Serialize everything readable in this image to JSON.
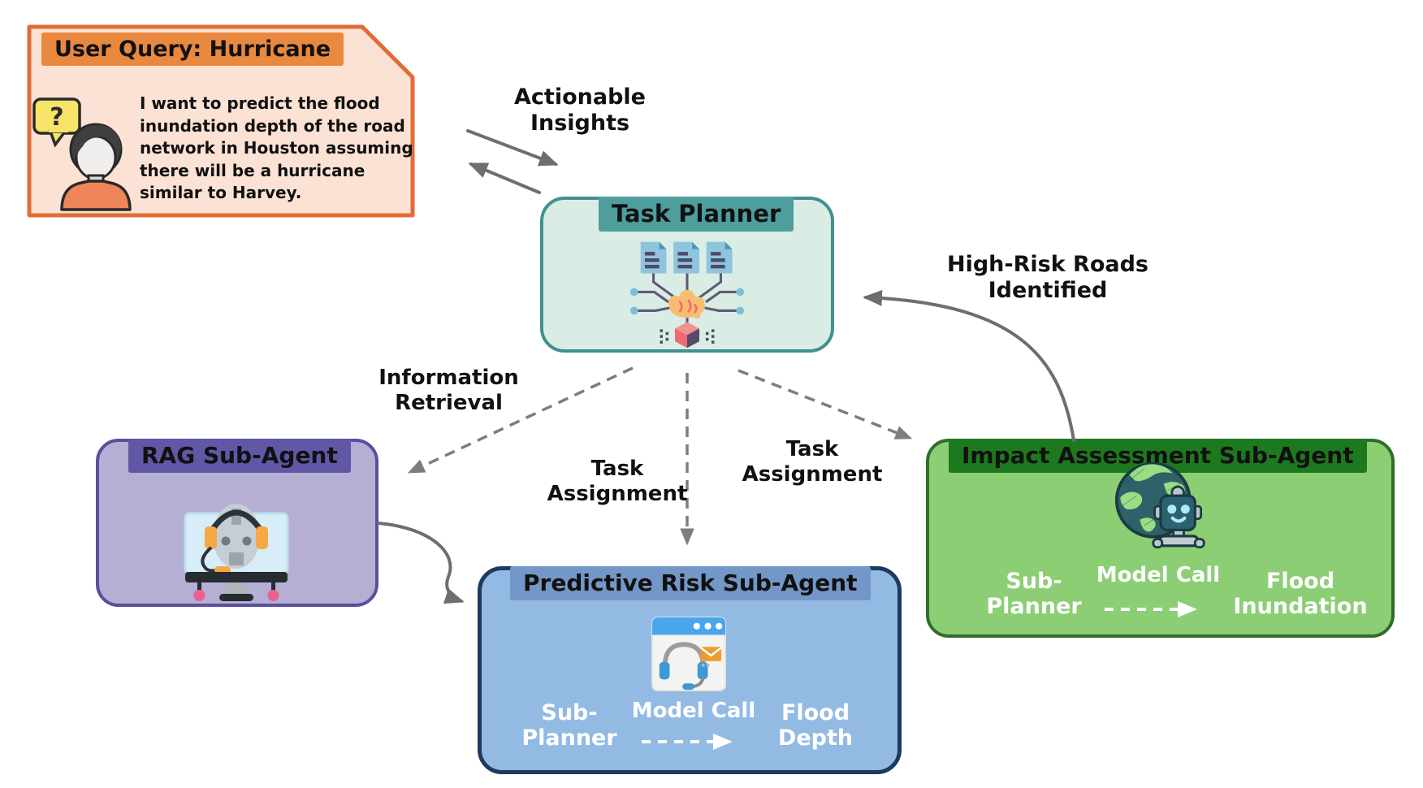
{
  "user_query": {
    "title": "User Query: Hurricane",
    "body": "I want to predict the flood inundation depth of the road network in Houston assuming there will be a hurricane similar to Harvey.",
    "bubble_glyph": "?"
  },
  "task_planner": {
    "title": "Task Planner"
  },
  "rag_agent": {
    "title": "RAG Sub-Agent"
  },
  "predictive_agent": {
    "title": "Predictive Risk Sub-Agent",
    "sub_planner": "Sub-Planner",
    "model_call": "Model Call",
    "output": "Flood Depth"
  },
  "impact_agent": {
    "title": "Impact Assessment Sub-Agent",
    "sub_planner": "Sub-Planner",
    "model_call": "Model Call",
    "output": "Flood Inundation"
  },
  "edges": {
    "actionable_insights": "Actionable Insights",
    "information_retrieval": "Information Retrieval",
    "task_assignment_left": "Task Assignment",
    "task_assignment_right": "Task Assignment",
    "high_risk_roads": "High-Risk Roads Identified"
  },
  "icons": {
    "user": "person-with-question-bubble",
    "task_planner": "documents-brain-cube",
    "rag": "robot-headset-monitor",
    "predictive": "browser-headset-envelope",
    "impact": "globe-robot"
  },
  "colors": {
    "user-fill": "#fbe2d4",
    "user-border": "#e26c36",
    "user-band": "#e9883f",
    "planner-fill": "#d9ede4",
    "planner-border": "#40908e",
    "planner-band": "#4d9e9d",
    "rag-fill": "#b4afd3",
    "rag-border": "#5a4f9d",
    "rag-band": "#6058a7",
    "risk-fill": "#93bae3",
    "risk-border": "#1d3a5f",
    "risk-band": "#7397c7",
    "impact-fill": "#8bce74",
    "impact-border": "#2f6e2a",
    "impact-band": "#1d791d",
    "arrow": "#6e6e6e",
    "dashed-arrow": "#7d7d7d",
    "label-text": "#111111",
    "inner-text": "#ffffff"
  }
}
